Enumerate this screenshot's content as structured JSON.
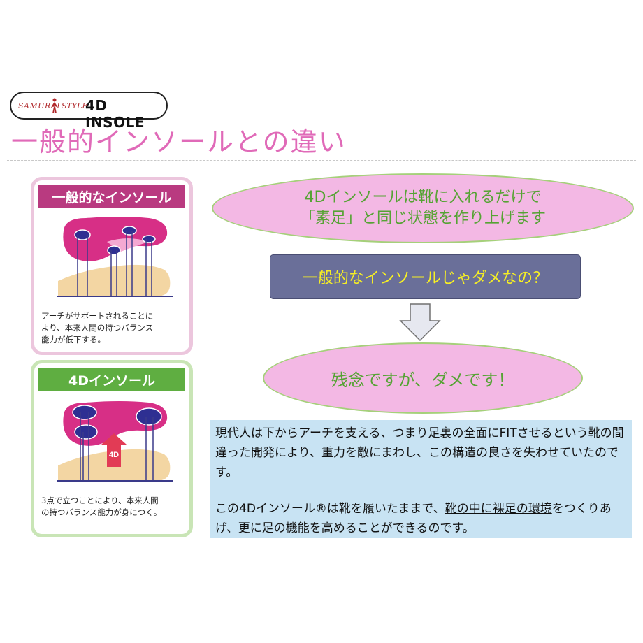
{
  "brand": {
    "logo_text": "SAMURAI",
    "logo_style": "STYLE",
    "product": "4D INSOLE",
    "logo_color": "#b0282b"
  },
  "page": {
    "title": "一般的インソールとの違い",
    "title_color": "#e06ab8"
  },
  "panels": {
    "general": {
      "header": "一般的なインソール",
      "header_color": "#b93a80",
      "caption_lines": [
        "アーチがサポートされることに",
        "より、本来人間の持つバランス",
        "能力が低下する。"
      ]
    },
    "fourd": {
      "header": "4Dインソール",
      "header_color": "#5fae41",
      "badge": "4D",
      "caption_lines": [
        "3点で立つことにより、本来人間",
        "の持つバランス能力が身につく。"
      ]
    }
  },
  "flow": {
    "top_lines": [
      "4Dインソールは靴に入れるだけで",
      "「素足」と同じ状態を作り上げます"
    ],
    "question": "一般的なインソールじゃダメなの？",
    "answer": "残念ですが、ダメです！",
    "ellipse_fill": "#f3b8e4",
    "question_fill": "#6a6f99",
    "question_text_color": "#f6ef24"
  },
  "explanation": {
    "p1": "現代人は下からアーチを支える、つまり足裏の全面にFITさせるという靴の間違った開発により、重力を敵にまわし、この構造の良さを失わせていたのです。",
    "p2_before": "この4Dインソール®は靴を履いたままで、",
    "p2_underlined": "靴の中に裸足の環境",
    "p2_after": "をつくりあげ、更に足の機能を高めることができるのです。",
    "box_fill": "#c8e3f3"
  }
}
